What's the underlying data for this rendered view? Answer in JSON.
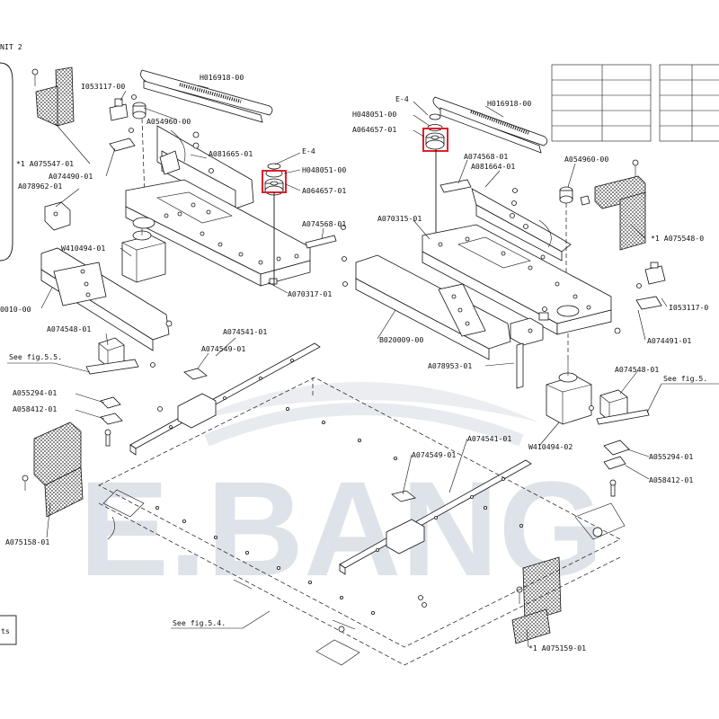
{
  "title_fragment": "NIT 2",
  "left_box_text": "ts",
  "watermark": "E.BANG",
  "legend_table": {
    "left_rows": 5,
    "right_rows": 5
  },
  "colors": {
    "highlight": "#e0202a",
    "watermark": "#5b6f8f",
    "line": "#111111"
  },
  "left_labels": {
    "I053117_00": "I053117-00",
    "A054960_00": "A054960-00",
    "H016918_00": "H016918-00",
    "A075547_01": "*1 A075547-01",
    "A074490_01": "A074490-01",
    "A078962_01": "A078962-01",
    "A081665_01": "A081665-01",
    "E_4": "E-4",
    "H048051_00": "H048051-00",
    "A064657_01": "A064657-01",
    "W410494_01": "W410494-01",
    "A074568_01": "A074568-01",
    "B0010_00": "0010-00",
    "A070317_01": "A070317-01",
    "A074548_01": "A074548-01",
    "A074541_01": "A074541-01",
    "A074549_01": "A074549-01",
    "see_fig_55": "See fig.5.5.",
    "A055294_01": "A055294-01",
    "A058412_01": "A058412-01",
    "A075158_01": "A075158-01",
    "see_fig_54": "See fig.5.4."
  },
  "right_labels": {
    "E_4": "E-4",
    "H048051_00": "H048051-00",
    "A064657_01": "A064657-01",
    "H016918_00": "H016918-00",
    "A074568_01": "A074568-01",
    "A081664_01": "A081664-01",
    "A054960_00": "A054960-00",
    "A070315_01": "A070315-01",
    "A075548_01": "*1 A075548-0",
    "I053117_00": "I053117-0",
    "B020009_00": "B020009-00",
    "A074491_01": "A074491-01",
    "A078953_01": "A078953-01",
    "A074548_01": "A074548-01",
    "see_fig_55": "See fig.5.",
    "W410494_02": "W410494-02",
    "A074541_01": "A074541-01",
    "A074549_01": "A074549-01",
    "A055294_01": "A055294-01",
    "A058412_01": "A058412-01",
    "A075159_01": "*1 A075159-01"
  }
}
